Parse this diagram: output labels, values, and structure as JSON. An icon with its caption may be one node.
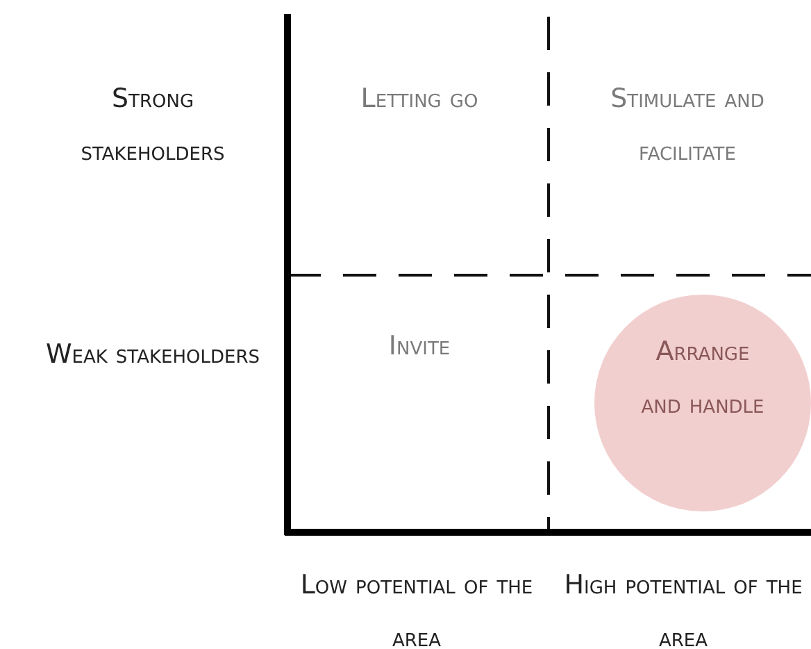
{
  "diagram": {
    "nodes": [
      {
        "text": [
          "Arrange and handle"
        ]
      }
    ],
    "labels": [
      "Strong stakeholders",
      "Letting go",
      "Stimulate and facilitate",
      "Weak stakeholders",
      "Invite",
      "Low potential of the area",
      "High potential of the area"
    ]
  }
}
